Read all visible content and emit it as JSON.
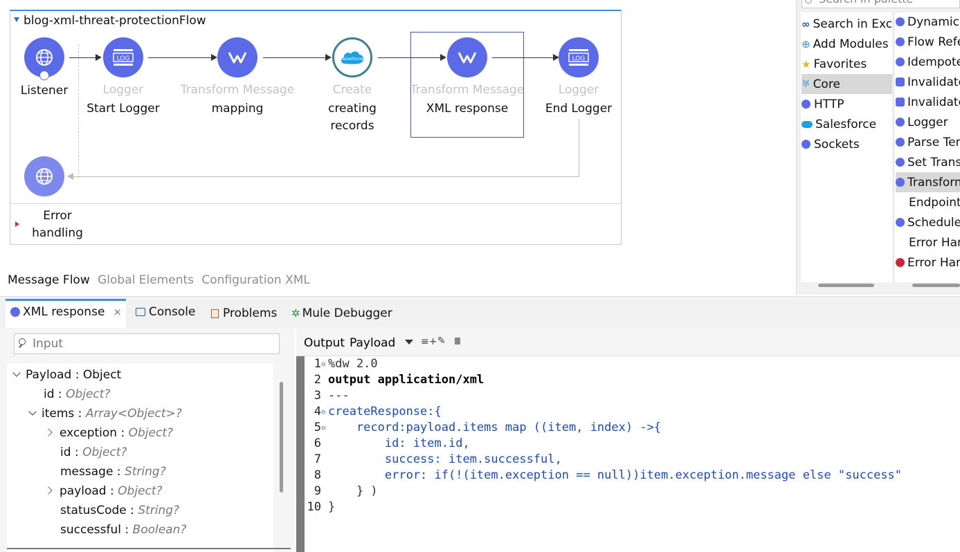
{
  "flow": {
    "title": "blog-xml-threat-protectionFlow",
    "nodes": [
      {
        "type": "",
        "name": "Listener",
        "icon": "globe-icon"
      },
      {
        "type": "Logger",
        "name": "Start Logger",
        "icon": "log-icon"
      },
      {
        "type": "Transform Message",
        "name": "mapping",
        "icon": "transform-icon"
      },
      {
        "type": "Create",
        "name": "creating records",
        "name_line1": "creating",
        "name_line2": "records",
        "icon": "salesforce-icon"
      },
      {
        "type": "Transform Message",
        "name": "XML response",
        "icon": "transform-icon"
      },
      {
        "type": "Logger",
        "name": "End Logger",
        "icon": "log-icon"
      }
    ],
    "error_handling_line1": "Error",
    "error_handling_line2": "handling"
  },
  "canvas_tabs": {
    "message_flow": "Message Flow",
    "global_elements": "Global Elements",
    "configuration_xml": "Configuration XML"
  },
  "palette": {
    "search_placeholder": "Search in palette",
    "left": [
      {
        "label": "Search in Exc",
        "icon": "exchange-icon"
      },
      {
        "label": "Add Modules",
        "icon": "plus-circle-icon"
      },
      {
        "label": "Favorites",
        "icon": "star-icon"
      },
      {
        "label": "Core",
        "icon": "mule-icon",
        "selected": true
      },
      {
        "label": "HTTP",
        "icon": "http-icon"
      },
      {
        "label": "Salesforce",
        "icon": "salesforce-icon"
      },
      {
        "label": "Sockets",
        "icon": "sockets-icon"
      }
    ],
    "right": [
      {
        "label": "Dynamic",
        "icon": "dynamic-icon"
      },
      {
        "label": "Flow Refe",
        "icon": "flow-ref-icon"
      },
      {
        "label": "Idempote",
        "icon": "filter-icon"
      },
      {
        "label": "Invalidate",
        "icon": "invalidate-icon"
      },
      {
        "label": "Invalidate",
        "icon": "invalidate-icon"
      },
      {
        "label": "Logger",
        "icon": "logger-icon"
      },
      {
        "label": "Parse Tem",
        "icon": "parse-icon"
      },
      {
        "label": "Set Transa",
        "icon": "id-icon"
      },
      {
        "label": "Transform",
        "icon": "transform-icon",
        "selected": true
      },
      {
        "label": "Endpoints",
        "icon": ""
      },
      {
        "label": "Scheduler",
        "icon": "clock-icon"
      },
      {
        "label": "Error Han",
        "icon": ""
      },
      {
        "label": "Error Han",
        "icon": "error-icon"
      }
    ]
  },
  "bottom_tabs": {
    "xml_response": "XML response",
    "console": "Console",
    "problems": "Problems",
    "debugger": "Mule Debugger"
  },
  "input_panel": {
    "placeholder": "Input",
    "tree": [
      {
        "name": "Payload",
        "type": "Object"
      },
      {
        "name": "id",
        "type": "Object?"
      },
      {
        "name": "items",
        "type": "Array<Object>?"
      },
      {
        "name": "exception",
        "type": "Object?"
      },
      {
        "name": "id",
        "type": "Object?"
      },
      {
        "name": "message",
        "type": "String?"
      },
      {
        "name": "payload",
        "type": "Object?"
      },
      {
        "name": "statusCode",
        "type": "String?"
      },
      {
        "name": "successful",
        "type": "Boolean?"
      }
    ]
  },
  "output_panel": {
    "output_label": "Output",
    "target": "Payload",
    "code": [
      "%dw 2.0",
      "output application/xml",
      "---",
      "createResponse:{",
      "    record:payload.items map ((item, index) ->{",
      "        id: item.id,",
      "        success: item.successful,",
      "        error: if(!(item.exception == null))item.exception.message else \"success\"",
      "    } )",
      "}"
    ]
  }
}
